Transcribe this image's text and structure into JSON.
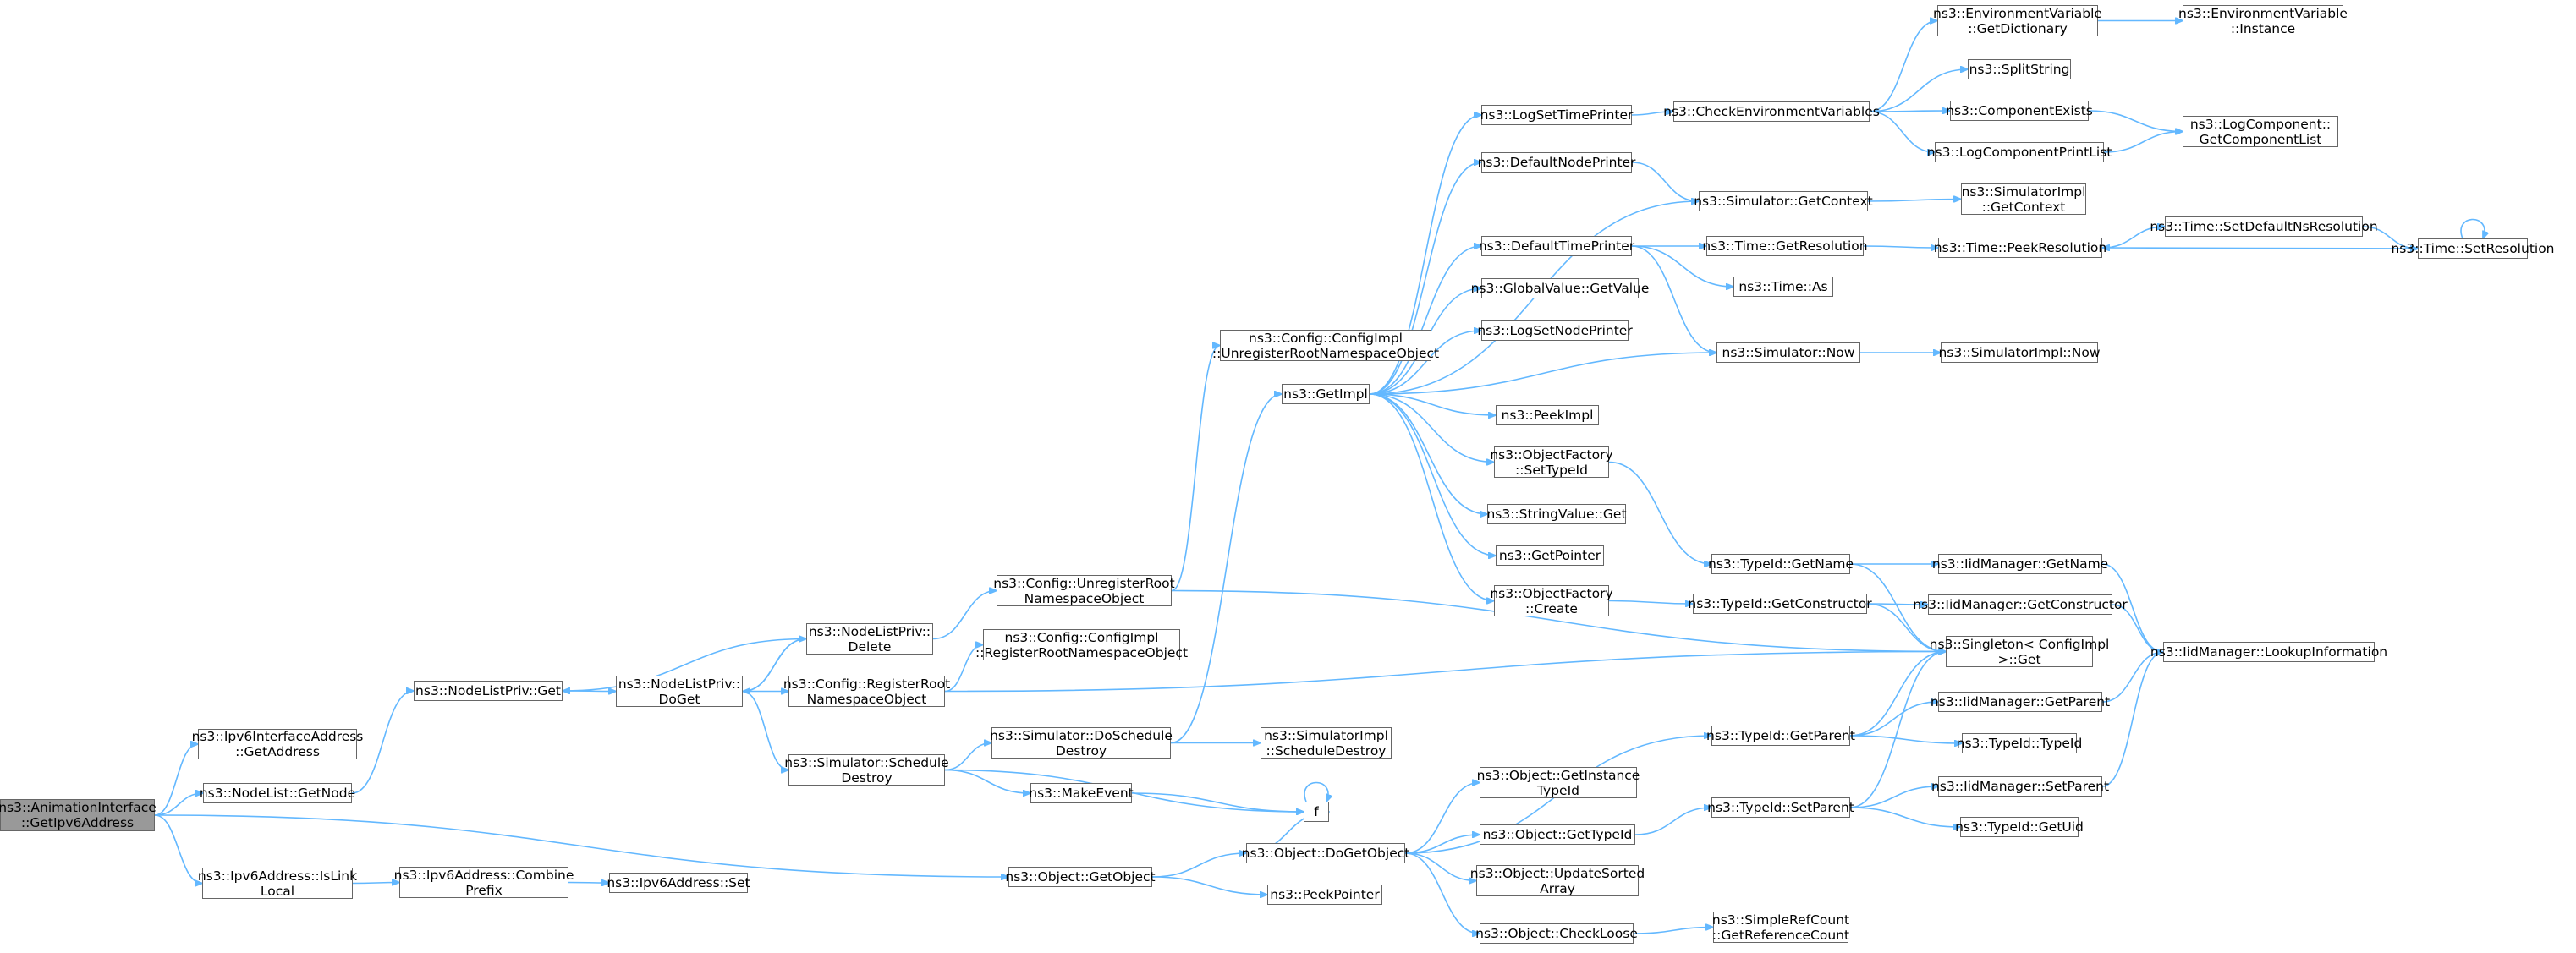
{
  "colors": {
    "edge": "#63b8ff",
    "node_border": "#666666",
    "root_fill": "#999999",
    "node_fill": "#ffffff"
  },
  "nodes": [
    {
      "id": "n_root",
      "lines": [
        "ns3::AnimationInterface",
        "::GetIpv6Address"
      ],
      "root": true
    },
    {
      "id": "n_ipv6if",
      "lines": [
        "ns3::Ipv6InterfaceAddress",
        "::GetAddress"
      ]
    },
    {
      "id": "n_nodelist",
      "lines": [
        "ns3::NodeList::GetNode"
      ]
    },
    {
      "id": "n_islink",
      "lines": [
        "ns3::Ipv6Address::IsLink",
        "Local"
      ]
    },
    {
      "id": "n_combine",
      "lines": [
        "ns3::Ipv6Address::Combine",
        "Prefix"
      ]
    },
    {
      "id": "n_ipv6set",
      "lines": [
        "ns3::Ipv6Address::Set"
      ]
    },
    {
      "id": "n_nlpget",
      "lines": [
        "ns3::NodeListPriv::Get"
      ]
    },
    {
      "id": "n_nlpdoget",
      "lines": [
        "ns3::NodeListPriv::",
        "DoGet"
      ]
    },
    {
      "id": "n_nlpdelete",
      "lines": [
        "ns3::NodeListPriv::",
        "Delete"
      ]
    },
    {
      "id": "n_cfgreg",
      "lines": [
        "ns3::Config::RegisterRoot",
        "NamespaceObject"
      ]
    },
    {
      "id": "n_schedule",
      "lines": [
        "ns3::Simulator::Schedule",
        "Destroy"
      ]
    },
    {
      "id": "n_cfgunreg",
      "lines": [
        "ns3::Config::UnregisterRoot",
        "NamespaceObject"
      ]
    },
    {
      "id": "n_cfgimplreg",
      "lines": [
        "ns3::Config::ConfigImpl",
        "::RegisterRootNamespaceObject"
      ]
    },
    {
      "id": "n_doschedule",
      "lines": [
        "ns3::Simulator::DoSchedule",
        "Destroy"
      ]
    },
    {
      "id": "n_makeevent",
      "lines": [
        "ns3::MakeEvent"
      ]
    },
    {
      "id": "n_f",
      "lines": [
        "f"
      ]
    },
    {
      "id": "n_getobject",
      "lines": [
        "ns3::Object::GetObject"
      ]
    },
    {
      "id": "n_cfgimplunreg",
      "lines": [
        "ns3::Config::ConfigImpl",
        "::UnregisterRootNamespaceObject"
      ]
    },
    {
      "id": "n_getimpl",
      "lines": [
        "ns3::GetImpl"
      ]
    },
    {
      "id": "n_simimplsched",
      "lines": [
        "ns3::SimulatorImpl",
        "::ScheduleDestroy"
      ]
    },
    {
      "id": "n_dogetobject",
      "lines": [
        "ns3::Object::DoGetObject"
      ]
    },
    {
      "id": "n_peekpointer",
      "lines": [
        "ns3::PeekPointer"
      ]
    },
    {
      "id": "n_logsettime",
      "lines": [
        "ns3::LogSetTimePrinter"
      ]
    },
    {
      "id": "n_defnode",
      "lines": [
        "ns3::DefaultNodePrinter"
      ]
    },
    {
      "id": "n_deftime",
      "lines": [
        "ns3::DefaultTimePrinter"
      ]
    },
    {
      "id": "n_globalget",
      "lines": [
        "ns3::GlobalValue::GetValue"
      ]
    },
    {
      "id": "n_logsetnode",
      "lines": [
        "ns3::LogSetNodePrinter"
      ]
    },
    {
      "id": "n_peekimpl",
      "lines": [
        "ns3::PeekImpl"
      ]
    },
    {
      "id": "n_ofsettype",
      "lines": [
        "ns3::ObjectFactory",
        "::SetTypeId"
      ]
    },
    {
      "id": "n_strget",
      "lines": [
        "ns3::StringValue::Get"
      ]
    },
    {
      "id": "n_getpointer",
      "lines": [
        "ns3::GetPointer"
      ]
    },
    {
      "id": "n_ofcreate",
      "lines": [
        "ns3::ObjectFactory",
        "::Create"
      ]
    },
    {
      "id": "n_getinst",
      "lines": [
        "ns3::Object::GetInstance",
        "TypeId"
      ]
    },
    {
      "id": "n_gettypeid",
      "lines": [
        "ns3::Object::GetTypeId"
      ]
    },
    {
      "id": "n_updsorted",
      "lines": [
        "ns3::Object::UpdateSorted",
        "Array"
      ]
    },
    {
      "id": "n_checkloose",
      "lines": [
        "ns3::Object::CheckLoose"
      ]
    },
    {
      "id": "n_checkenv",
      "lines": [
        "ns3::CheckEnvironmentVariables"
      ]
    },
    {
      "id": "n_simgetctx",
      "lines": [
        "ns3::Simulator::GetContext"
      ]
    },
    {
      "id": "n_timegetres",
      "lines": [
        "ns3::Time::GetResolution"
      ]
    },
    {
      "id": "n_timeas",
      "lines": [
        "ns3::Time::As"
      ]
    },
    {
      "id": "n_simnow",
      "lines": [
        "ns3::Simulator::Now"
      ]
    },
    {
      "id": "n_tidgetname",
      "lines": [
        "ns3::TypeId::GetName"
      ]
    },
    {
      "id": "n_tidgetctor",
      "lines": [
        "ns3::TypeId::GetConstructor"
      ]
    },
    {
      "id": "n_tidgetparent",
      "lines": [
        "ns3::TypeId::GetParent"
      ]
    },
    {
      "id": "n_tidsetparent",
      "lines": [
        "ns3::TypeId::SetParent"
      ]
    },
    {
      "id": "n_getrefcount",
      "lines": [
        "ns3::SimpleRefCount",
        "::GetReferenceCount"
      ]
    },
    {
      "id": "n_envgetdict",
      "lines": [
        "ns3::EnvironmentVariable",
        "::GetDictionary"
      ]
    },
    {
      "id": "n_splitstring",
      "lines": [
        "ns3::SplitString"
      ]
    },
    {
      "id": "n_compexists",
      "lines": [
        "ns3::ComponentExists"
      ]
    },
    {
      "id": "n_logcompprint",
      "lines": [
        "ns3::LogComponentPrintList"
      ]
    },
    {
      "id": "n_simimplctx",
      "lines": [
        "ns3::SimulatorImpl",
        "::GetContext"
      ]
    },
    {
      "id": "n_peekres",
      "lines": [
        "ns3::Time::PeekResolution"
      ]
    },
    {
      "id": "n_simimplnow",
      "lines": [
        "ns3::SimulatorImpl::Now"
      ]
    },
    {
      "id": "n_iidgetname",
      "lines": [
        "ns3::IidManager::GetName"
      ]
    },
    {
      "id": "n_iidgetctor",
      "lines": [
        "ns3::IidManager::GetConstructor"
      ]
    },
    {
      "id": "n_singleton",
      "lines": [
        "ns3::Singleton< ConfigImpl",
        " >::Get"
      ]
    },
    {
      "id": "n_iidgetparent",
      "lines": [
        "ns3::IidManager::GetParent"
      ]
    },
    {
      "id": "n_tidtypeid",
      "lines": [
        "ns3::TypeId::TypeId"
      ]
    },
    {
      "id": "n_iidsetparent",
      "lines": [
        "ns3::IidManager::SetParent"
      ]
    },
    {
      "id": "n_tidgetuid",
      "lines": [
        "ns3::TypeId::GetUid"
      ]
    },
    {
      "id": "n_envinstance",
      "lines": [
        "ns3::EnvironmentVariable",
        "::Instance"
      ]
    },
    {
      "id": "n_logcompget",
      "lines": [
        "ns3::LogComponent::",
        "GetComponentList"
      ]
    },
    {
      "id": "n_setdefres",
      "lines": [
        "ns3::Time::SetDefaultNsResolution"
      ]
    },
    {
      "id": "n_iidlookup",
      "lines": [
        "ns3::IidManager::LookupInformation"
      ]
    },
    {
      "id": "n_timesetres",
      "lines": [
        "ns3::Time::SetResolution"
      ]
    }
  ],
  "edges": [
    [
      "n_root",
      "n_ipv6if"
    ],
    [
      "n_root",
      "n_nodelist"
    ],
    [
      "n_root",
      "n_islink"
    ],
    [
      "n_root",
      "n_getobject"
    ],
    [
      "n_nodelist",
      "n_nlpget"
    ],
    [
      "n_islink",
      "n_combine"
    ],
    [
      "n_combine",
      "n_ipv6set"
    ],
    [
      "n_nlpget",
      "n_nlpdoget"
    ],
    [
      "n_nlpdoget",
      "n_nlpdelete"
    ],
    [
      "n_nlpdelete",
      "n_nlpget"
    ],
    [
      "n_nlpdelete",
      "n_nlpdoget"
    ],
    [
      "n_nlpdoget",
      "n_cfgreg"
    ],
    [
      "n_nlpdoget",
      "n_schedule"
    ],
    [
      "n_nlpdelete",
      "n_cfgunreg"
    ],
    [
      "n_cfgreg",
      "n_cfgimplreg"
    ],
    [
      "n_cfgreg",
      "n_singleton"
    ],
    [
      "n_cfgunreg",
      "n_cfgimplunreg"
    ],
    [
      "n_cfgunreg",
      "n_singleton"
    ],
    [
      "n_schedule",
      "n_doschedule"
    ],
    [
      "n_schedule",
      "n_makeevent"
    ],
    [
      "n_schedule",
      "n_f"
    ],
    [
      "n_makeevent",
      "n_f"
    ],
    [
      "n_f",
      "n_f"
    ],
    [
      "n_doschedule",
      "n_getimpl"
    ],
    [
      "n_doschedule",
      "n_simimplsched"
    ],
    [
      "n_getobject",
      "n_dogetobject"
    ],
    [
      "n_getobject",
      "n_peekpointer"
    ],
    [
      "n_getimpl",
      "n_logsettime"
    ],
    [
      "n_getimpl",
      "n_defnode"
    ],
    [
      "n_getimpl",
      "n_deftime"
    ],
    [
      "n_getimpl",
      "n_globalget"
    ],
    [
      "n_getimpl",
      "n_logsetnode"
    ],
    [
      "n_getimpl",
      "n_peekimpl"
    ],
    [
      "n_getimpl",
      "n_ofsettype"
    ],
    [
      "n_getimpl",
      "n_strget"
    ],
    [
      "n_getimpl",
      "n_getpointer"
    ],
    [
      "n_getimpl",
      "n_ofcreate"
    ],
    [
      "n_getimpl",
      "n_simgetctx"
    ],
    [
      "n_getimpl",
      "n_simnow"
    ],
    [
      "n_dogetobject",
      "n_tidgetparent"
    ],
    [
      "n_dogetobject",
      "n_getinst"
    ],
    [
      "n_dogetobject",
      "n_gettypeid"
    ],
    [
      "n_dogetobject",
      "n_updsorted"
    ],
    [
      "n_dogetobject",
      "n_checkloose"
    ],
    [
      "n_dogetobject",
      "n_f"
    ],
    [
      "n_logsettime",
      "n_checkenv"
    ],
    [
      "n_defnode",
      "n_simgetctx"
    ],
    [
      "n_deftime",
      "n_timegetres"
    ],
    [
      "n_deftime",
      "n_timeas"
    ],
    [
      "n_deftime",
      "n_simnow"
    ],
    [
      "n_ofsettype",
      "n_tidgetname"
    ],
    [
      "n_ofcreate",
      "n_tidgetctor"
    ],
    [
      "n_gettypeid",
      "n_tidsetparent"
    ],
    [
      "n_checkloose",
      "n_getrefcount"
    ],
    [
      "n_checkenv",
      "n_envgetdict"
    ],
    [
      "n_checkenv",
      "n_splitstring"
    ],
    [
      "n_checkenv",
      "n_compexists"
    ],
    [
      "n_checkenv",
      "n_logcompprint"
    ],
    [
      "n_simgetctx",
      "n_simimplctx"
    ],
    [
      "n_timegetres",
      "n_peekres"
    ],
    [
      "n_simnow",
      "n_simimplnow"
    ],
    [
      "n_tidgetname",
      "n_iidgetname"
    ],
    [
      "n_tidgetname",
      "n_singleton"
    ],
    [
      "n_tidgetctor",
      "n_iidgetctor"
    ],
    [
      "n_tidgetctor",
      "n_singleton"
    ],
    [
      "n_tidgetparent",
      "n_singleton"
    ],
    [
      "n_tidgetparent",
      "n_iidgetparent"
    ],
    [
      "n_tidgetparent",
      "n_tidtypeid"
    ],
    [
      "n_tidsetparent",
      "n_singleton"
    ],
    [
      "n_tidsetparent",
      "n_iidsetparent"
    ],
    [
      "n_tidsetparent",
      "n_tidgetuid"
    ],
    [
      "n_envgetdict",
      "n_envinstance"
    ],
    [
      "n_compexists",
      "n_logcompget"
    ],
    [
      "n_logcompprint",
      "n_logcompget"
    ],
    [
      "n_peekres",
      "n_setdefres"
    ],
    [
      "n_setdefres",
      "n_timesetres"
    ],
    [
      "n_timesetres",
      "n_peekres"
    ],
    [
      "n_timesetres",
      "n_timesetres"
    ],
    [
      "n_iidgetname",
      "n_iidlookup"
    ],
    [
      "n_iidgetctor",
      "n_iidlookup"
    ],
    [
      "n_iidgetparent",
      "n_iidlookup"
    ],
    [
      "n_iidsetparent",
      "n_iidlookup"
    ]
  ]
}
